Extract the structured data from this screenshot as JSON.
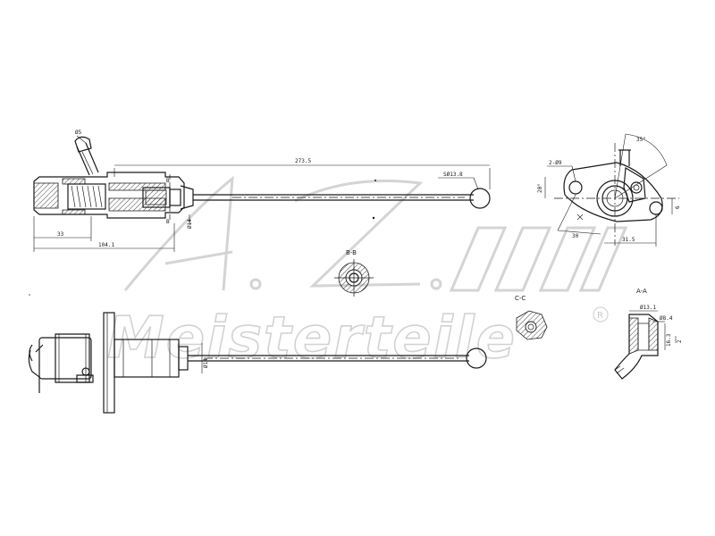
{
  "watermark": {
    "brand_initials": "A.Z.",
    "brand_name": "Meisterteile",
    "registered_mark": "R"
  },
  "dimensions": {
    "overall_length": "273.5",
    "ball_dia": "SØ13.8",
    "length_33": "33",
    "length_104": "104.1",
    "port_dia": "Ø5",
    "rod_dia": "Ø14",
    "rod_dia_bottom": "Ø14",
    "hole_spec": "2-Ø9",
    "angle_35": "35°",
    "dim_20": "20°",
    "dim_30": "30",
    "dim_31_5": "31.5",
    "dim_6": "6",
    "aa_dia_1": "Ø13.1",
    "aa_dia_2": "Ø8.4",
    "aa_len": "16.3",
    "aa_small": "2"
  },
  "section_labels": {
    "b_b": "B-B",
    "c_c": "C-C",
    "a_a": "A-A",
    "mark_b_top": "B",
    "mark_b_bottom": "B"
  },
  "colors": {
    "line": "#1a1a1a",
    "watermark": "#d4d4d4"
  }
}
